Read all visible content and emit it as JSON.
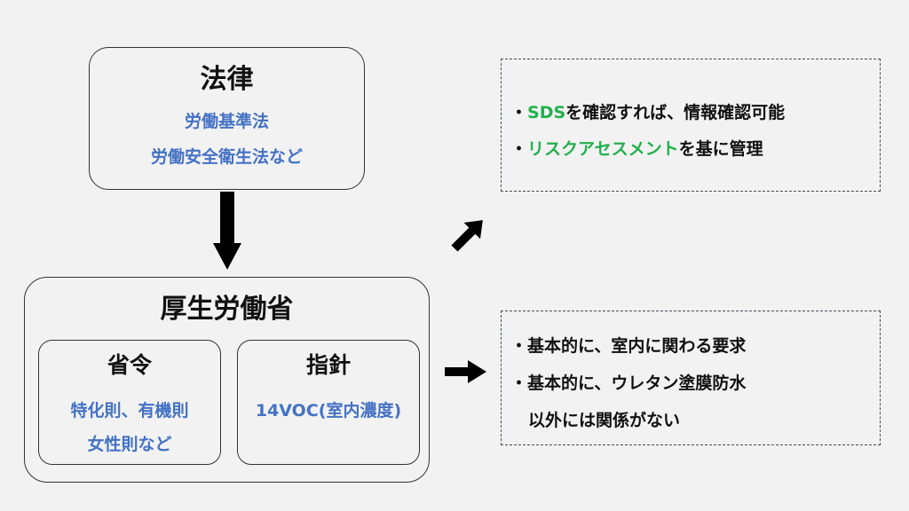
{
  "law": {
    "title": "法律",
    "items": [
      "労働基準法",
      "労働安全衛生法など"
    ]
  },
  "mhlw": {
    "title": "厚生労働省",
    "ordinance": {
      "title": "省令",
      "items": [
        "特化則、有機則",
        "女性則など"
      ]
    },
    "guideline": {
      "title": "指針",
      "items": [
        "14VOC(室内濃度)"
      ]
    }
  },
  "note_law": {
    "line1": {
      "bullet": "・",
      "highlight": "SDS",
      "rest": "を確認すれば、情報確認可能"
    },
    "line2": {
      "bullet": "・",
      "highlight": "リスクアセスメント",
      "rest": "を基に管理"
    }
  },
  "note_mhlw": {
    "line1": "・基本的に、室内に関わる要求",
    "line2": "・基本的に、ウレタン塗膜防水",
    "line3": "以外には関係がない"
  },
  "colors": {
    "accent_blue": "#4472c4",
    "accent_green": "#22b14c"
  }
}
